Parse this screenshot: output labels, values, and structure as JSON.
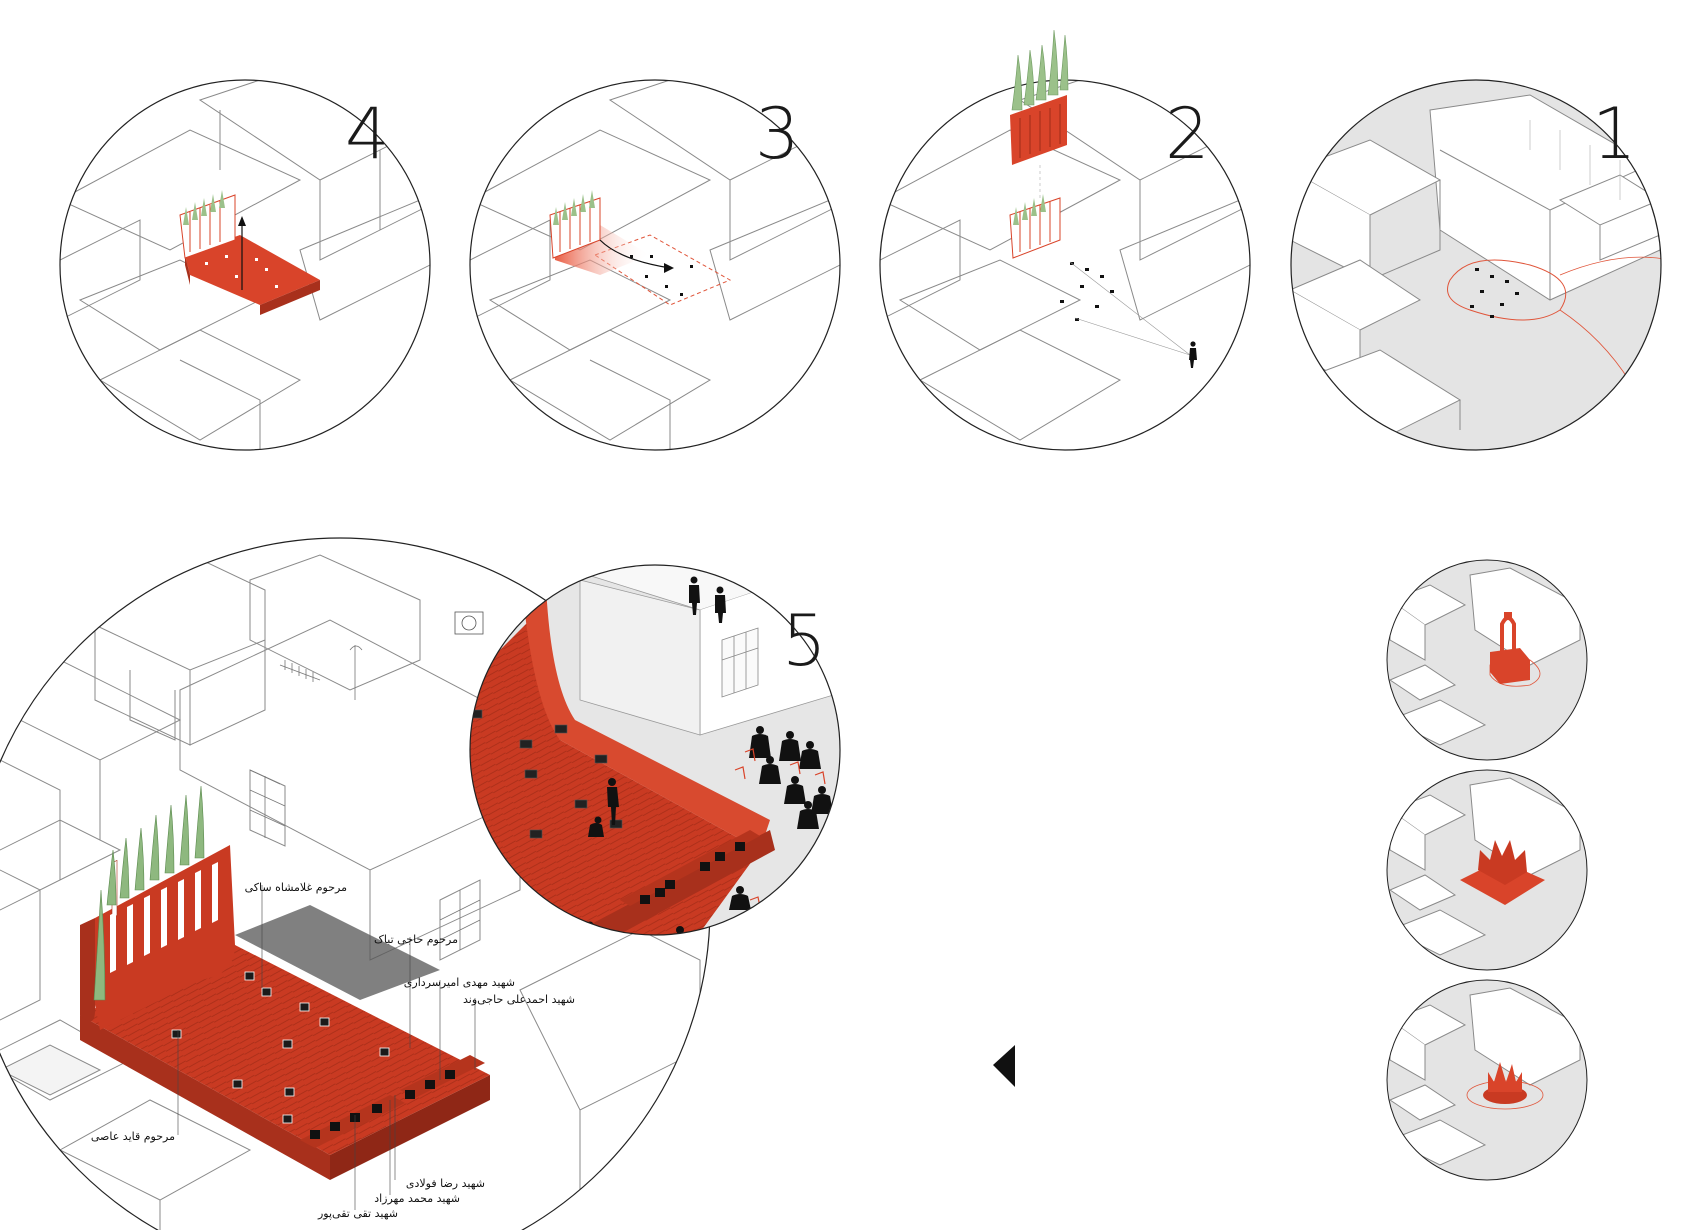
{
  "steps": [
    {
      "number": "4"
    },
    {
      "number": "3"
    },
    {
      "number": "2"
    },
    {
      "number": "1"
    },
    {
      "number": "5"
    }
  ],
  "labels": [
    "مرحوم غلامشاه ساکی",
    "مرحوم حاجی تباک",
    "شهید مهدی امیرسرداری",
    "شهید احمدعلی حاجی‌وند",
    "مرحوم قاید عاصی",
    "شهید رضا فولادی",
    "شهید محمد مهرزاد",
    "شهید تقی تقی‌پور"
  ],
  "colors": {
    "accent": "#d9442a",
    "accent_dark": "#a8301c",
    "vegetation": "#9bc18a",
    "ground": "#e6e6e6",
    "line": "#8a8a8a"
  },
  "icons": {
    "nav_arrow": "triangle-left-icon"
  }
}
